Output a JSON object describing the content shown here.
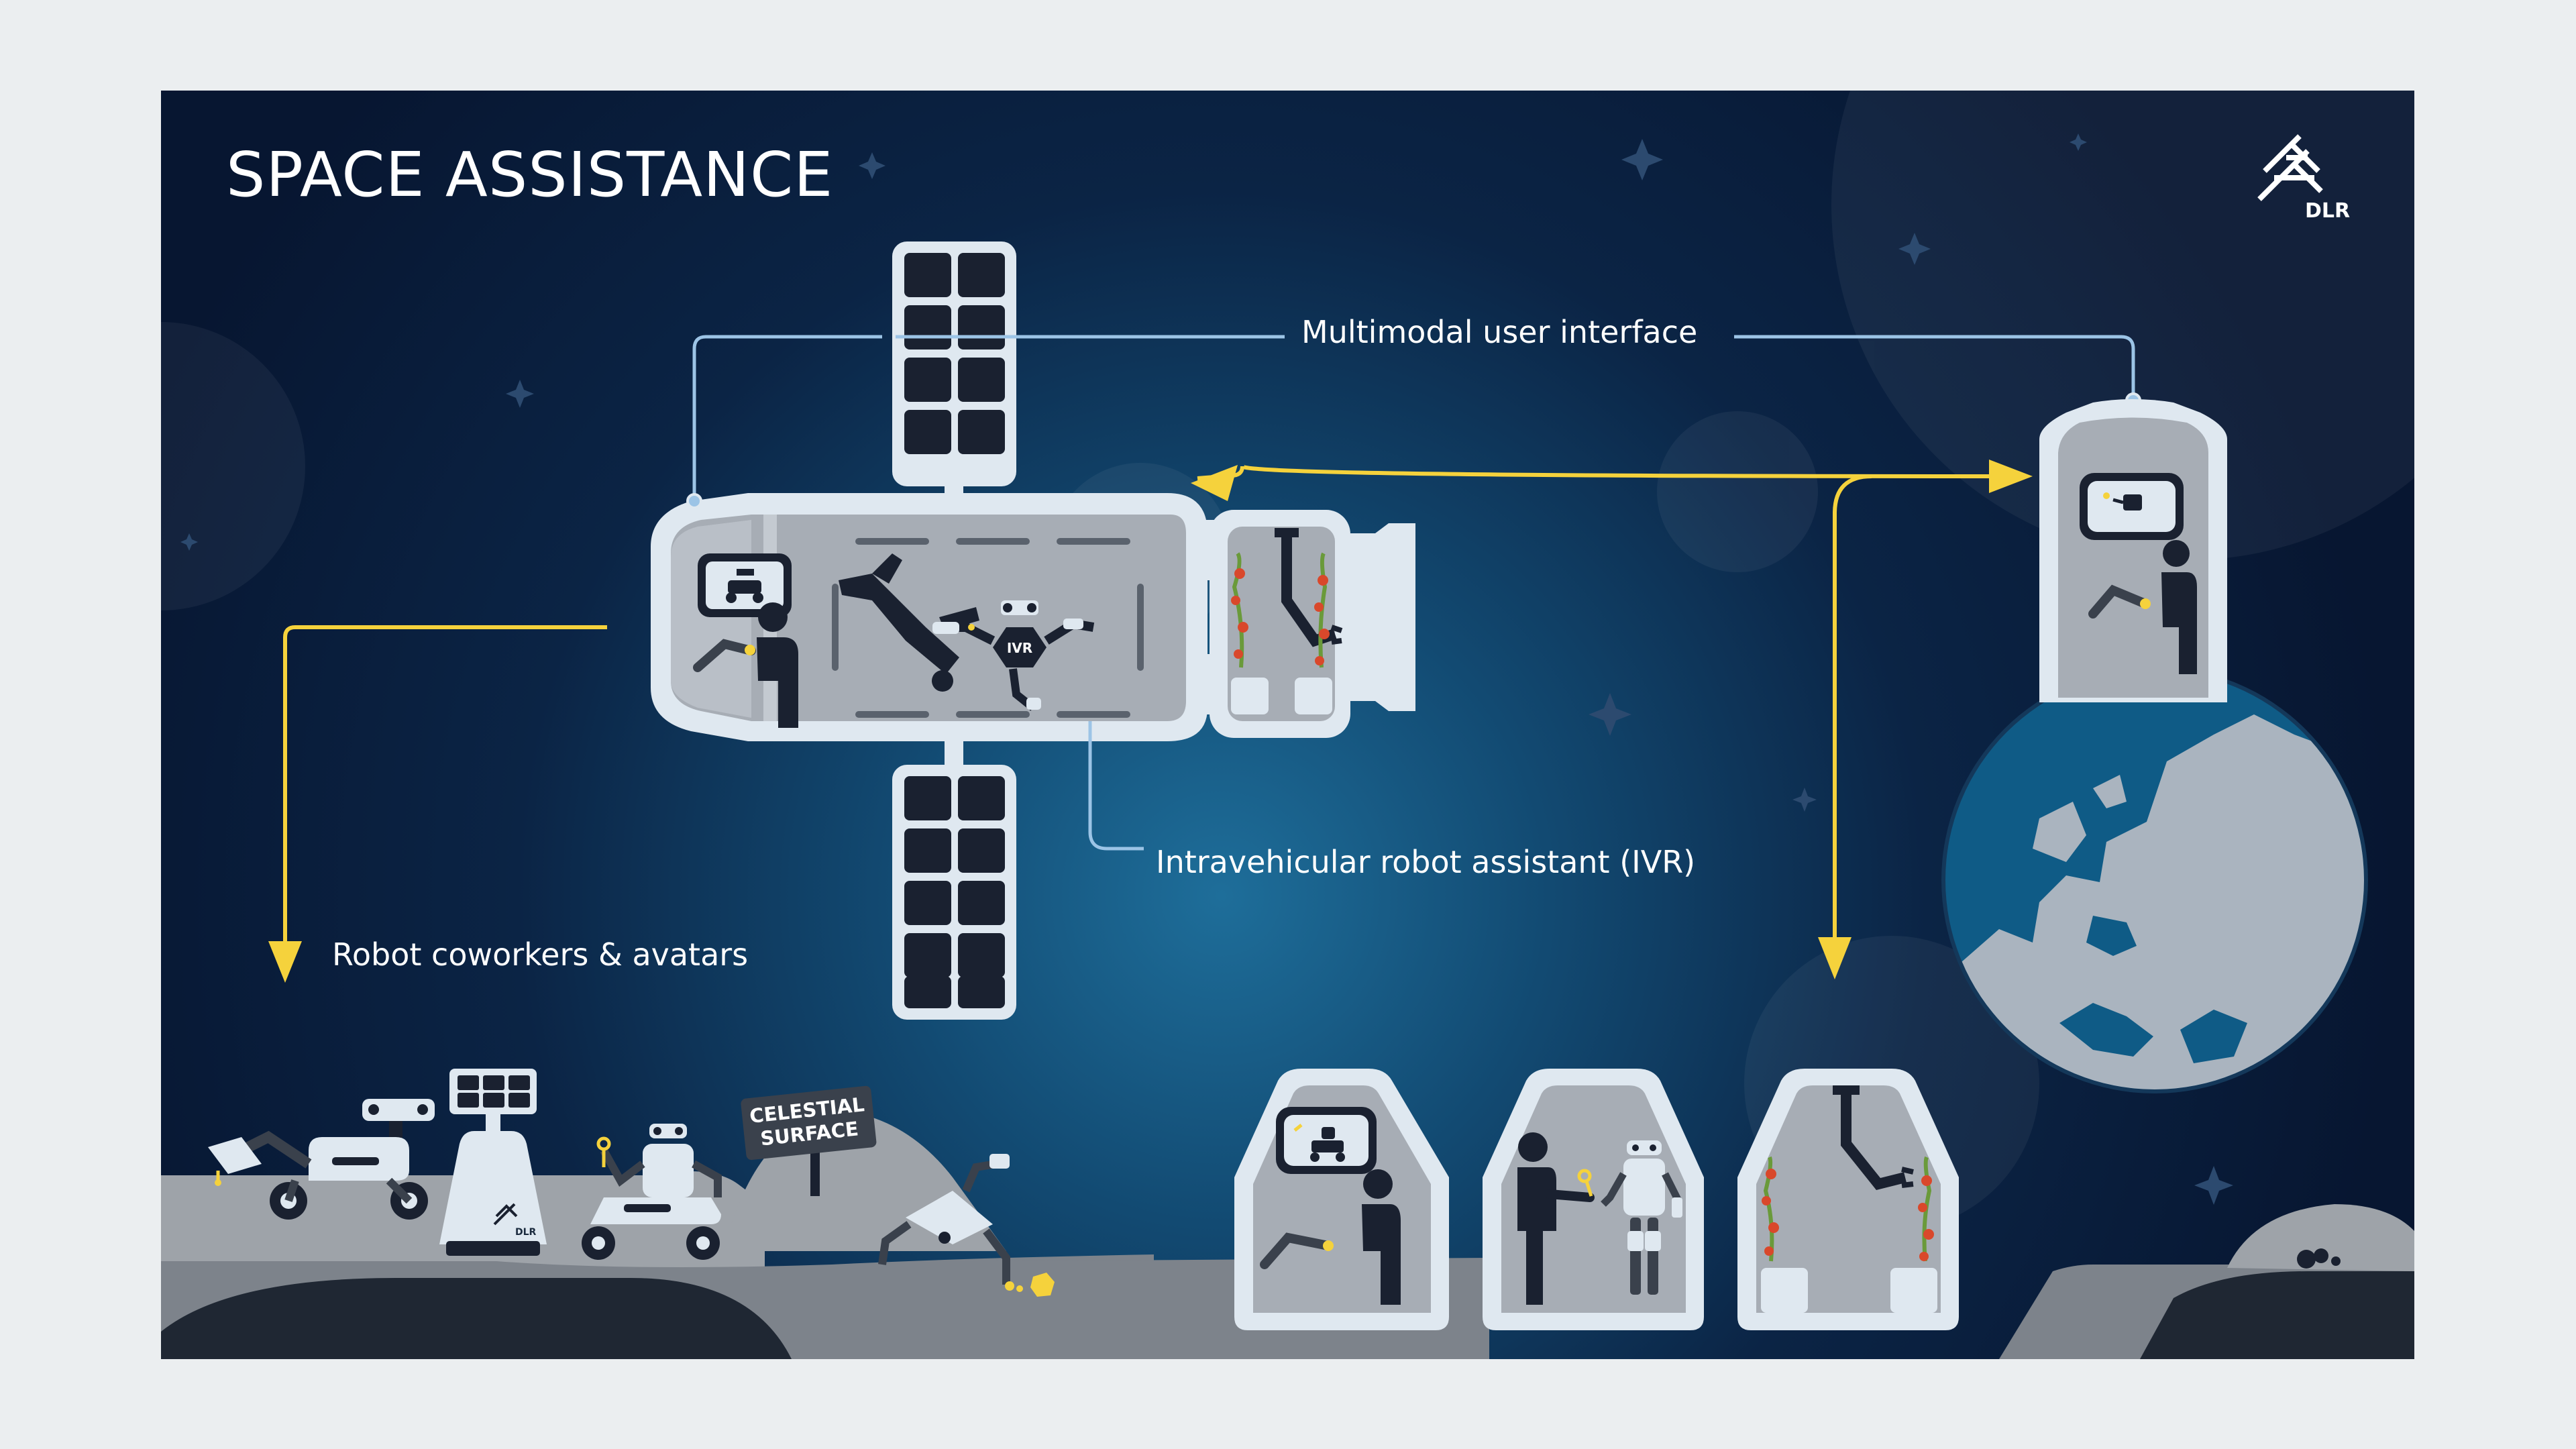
{
  "title": "SPACE ASSISTANCE",
  "labels": {
    "multimodal_ui": "Multimodal user interface",
    "ivr": "Intravehicular robot assistant (IVR)",
    "robot_coworkers": "Robot coworkers & avatars"
  },
  "sign": {
    "line1": "CELESTIAL",
    "line2": "SURFACE"
  },
  "robot_badge": "IVR",
  "logo": {
    "text": "DLR"
  },
  "base_logo": "DLR",
  "colors": {
    "space_dark": "#0a1a33",
    "space_glow": "#1e6e9a",
    "module_frame": "#dfe8f0",
    "module_interior": "#a7adb5",
    "arrow_yellow": "#f5d23c",
    "connector_blue": "#9cc4e6",
    "earth_ocean": "#0f5b86",
    "earth_land": "#aab4bf",
    "ground": "#9ea3a9"
  },
  "icons": [
    "dlr-logo-icon",
    "satellite-panel-icon",
    "astronaut-icon",
    "ivr-robot-icon",
    "earth-icon",
    "rover-icon",
    "humanoid-robot-icon",
    "plant-icon",
    "robot-arm-icon",
    "star-icon"
  ]
}
